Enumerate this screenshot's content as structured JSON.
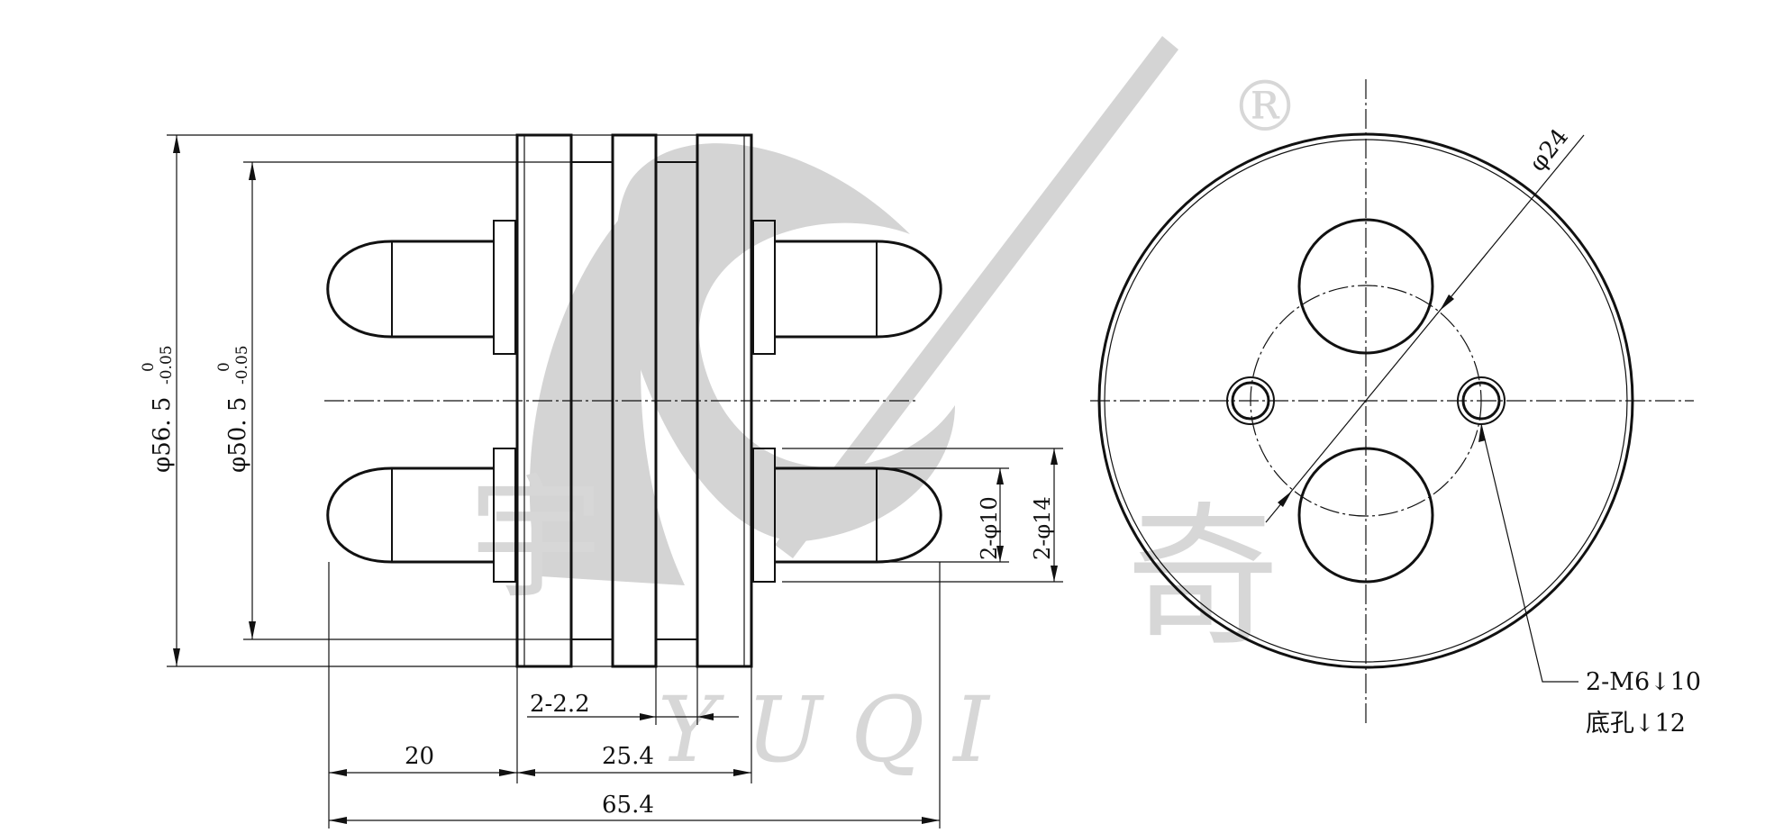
{
  "watermark": {
    "char_left": "宇",
    "char_right": "奇",
    "brand": "YUQI",
    "registered": "®"
  },
  "dimensions": {
    "od_outer": "φ56. 5",
    "od_outer_tol_upper": "0",
    "od_outer_tol_lower": "-0.05",
    "od_inner": "φ50. 5",
    "od_inner_tol_upper": "0",
    "od_inner_tol_lower": "-0.05",
    "shaft_dia_small": "2-φ10",
    "shaft_dia_large": "2-φ14",
    "gap": "2-2.2",
    "shaft_length": "20",
    "body_length": "25.4",
    "overall_length": "65.4",
    "pcd": "φ24"
  },
  "callout": {
    "line1": "2-M6↓10",
    "line2": "底孔↓12"
  }
}
